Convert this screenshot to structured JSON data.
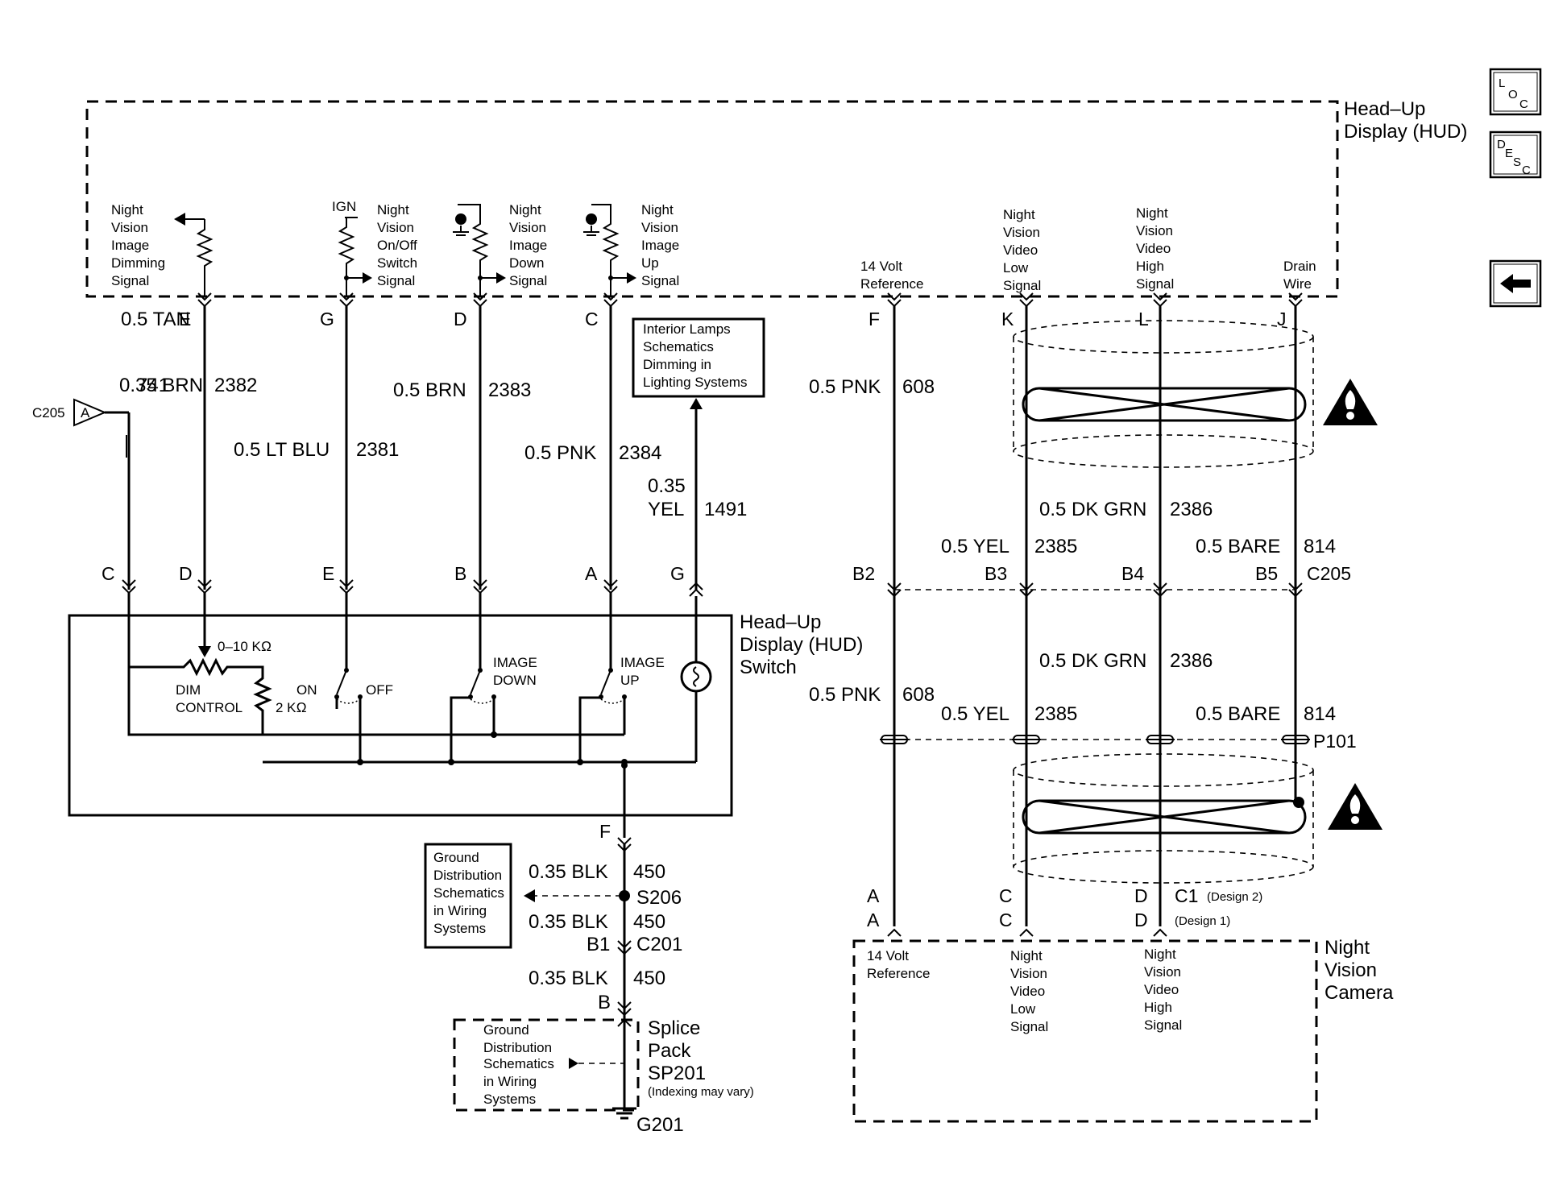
{
  "hud": {
    "title_line1": "Head–Up",
    "title_line2": "Display (HUD)",
    "circuits": [
      {
        "lines": [
          "Night",
          "Vision",
          "Image",
          "Dimming",
          "Signal"
        ]
      },
      {
        "lines": [
          "Night",
          "Vision",
          "On/Off",
          "Switch",
          "Signal"
        ],
        "supply": "IGN"
      },
      {
        "lines": [
          "Night",
          "Vision",
          "Image",
          "Down",
          "Signal"
        ]
      },
      {
        "lines": [
          "Night",
          "Vision",
          "Image",
          "Up",
          "Signal"
        ]
      },
      {
        "lines": [
          "14 Volt",
          "Reference"
        ]
      },
      {
        "lines": [
          "Night",
          "Vision",
          "Video",
          "Low",
          "Signal"
        ]
      },
      {
        "lines": [
          "Night",
          "Vision",
          "Video",
          "High",
          "Signal"
        ]
      },
      {
        "lines": [
          "Drain",
          "Wire"
        ]
      }
    ],
    "pins": [
      "E",
      "G",
      "D",
      "C",
      "F",
      "K",
      "L",
      "J"
    ]
  },
  "wires": {
    "w1": {
      "size": "0.35 BRN",
      "circuit": "741"
    },
    "w2": {
      "size": "0.5 TAN",
      "circuit": "2382"
    },
    "w3": {
      "size": "0.5 LT BLU",
      "circuit": "2381"
    },
    "w4": {
      "size": "0.5 BRN",
      "circuit": "2383"
    },
    "w5": {
      "size": "0.5 PNK",
      "circuit": "2384"
    },
    "w6": {
      "size_line1": "0.35",
      "size_line2": "YEL",
      "circuit": "1491"
    },
    "w7": {
      "size": "0.5 PNK",
      "circuit": "608"
    },
    "w8": {
      "size": "0.5 YEL",
      "circuit": "2385"
    },
    "w9": {
      "size": "0.5 DK GRN",
      "circuit": "2386"
    },
    "w10": {
      "size": "0.5 BARE",
      "circuit": "814"
    },
    "gnd1": {
      "size": "0.35 BLK",
      "circuit": "450"
    },
    "gnd2": {
      "size": "0.35 BLK",
      "circuit": "450"
    },
    "gnd3": {
      "size": "0.35 BLK",
      "circuit": "450"
    }
  },
  "c205_tag": {
    "connector": "C205",
    "pin": "A"
  },
  "interior_lamps_ref": [
    "Interior Lamps",
    "Schematics",
    "Dimming in",
    "Lighting Systems"
  ],
  "switch": {
    "title_line1": "Head–Up",
    "title_line2": "Display (HUD)",
    "title_line3": "Switch",
    "pins": [
      "C",
      "D",
      "E",
      "B",
      "A",
      "G"
    ],
    "pot_label": "0–10 KΩ",
    "dim_control_line1": "DIM",
    "dim_control_line2": "CONTROL",
    "resistor_label": "2 KΩ",
    "on_label": "ON",
    "off_label": "OFF",
    "image_down_line1": "IMAGE",
    "image_down_line2": "DOWN",
    "image_up_line1": "IMAGE",
    "image_up_line2": "UP",
    "ground_pin": "F"
  },
  "c205_row": {
    "pins": [
      "B2",
      "B3",
      "B4",
      "B5"
    ],
    "connector": "C205"
  },
  "p101": "P101",
  "ground": {
    "ref": [
      "Ground",
      "Distribution",
      "Schematics",
      "in Wiring",
      "Systems"
    ],
    "splice": "S206",
    "c201_pin": "B1",
    "c201": "C201",
    "sp_pin": "B",
    "splice_pack_line1": "Splice",
    "splice_pack_line2": "Pack",
    "splice_pack_line3": "SP201",
    "indexing": "(Indexing may vary)",
    "ref2": [
      "Ground",
      "Distribution",
      "Schematics",
      "in Wiring",
      "Systems"
    ],
    "g": "G201"
  },
  "camera": {
    "title_line1": "Night",
    "title_line2": "Vision",
    "title_line3": "Camera",
    "c1_pins_design2": [
      "A",
      "C",
      "D"
    ],
    "c1_pins_design1": [
      "A",
      "C",
      "D"
    ],
    "c1": "C1",
    "design2": "(Design 2)",
    "design1": "(Design 1)",
    "circuits": [
      {
        "lines": [
          "14 Volt",
          "Reference"
        ]
      },
      {
        "lines": [
          "Night",
          "Vision",
          "Video",
          "Low",
          "Signal"
        ]
      },
      {
        "lines": [
          "Night",
          "Vision",
          "Video",
          "High",
          "Signal"
        ]
      }
    ]
  },
  "nav": {
    "loc": [
      "L",
      "O",
      "C"
    ],
    "desc": [
      "D",
      "E",
      "S",
      "C"
    ],
    "back_icon": "left-arrow-icon"
  }
}
